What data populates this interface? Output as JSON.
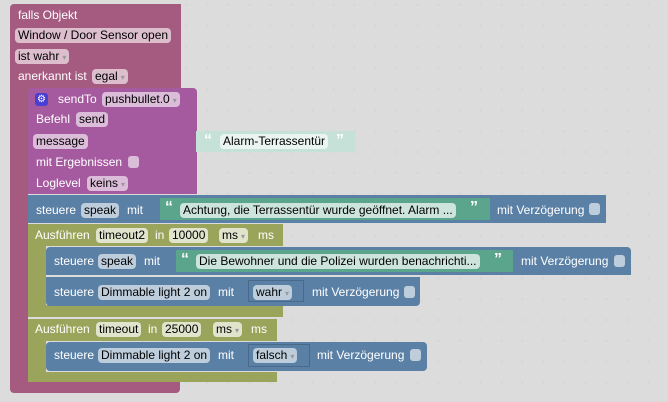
{
  "colors": {
    "trigger": "#a55b80",
    "sendto": "#a5599f",
    "control": "#5b80a5",
    "timeout": "#9aa55b",
    "text_block": "#5ba58c",
    "text_block_light": "#c6e1d8"
  },
  "trigger_block": {
    "title": "falls Objekt",
    "object": "Window / Door Sensor open",
    "condition": "ist wahr",
    "ack_label": "anerkannt ist",
    "ack_value": "egal"
  },
  "sendto_block": {
    "icon": "gear-icon",
    "label": "sendTo",
    "instance": "pushbullet.0",
    "command_label": "Befehl",
    "command_value": "send",
    "message_label": "message",
    "message_text": "Alarm-Terrassentür",
    "results_label": "mit Ergebnissen",
    "loglevel_label": "Loglevel",
    "loglevel_value": "keins"
  },
  "control_1": {
    "label": "steuere",
    "target": "speak",
    "with_label": "mit",
    "text": "Achtung, die Terrassentür wurde geöffnet. Alarm ...",
    "delay_label": "mit Verzögerung"
  },
  "timeout_1": {
    "label": "Ausführen",
    "name": "timeout2",
    "in_label": "in",
    "value": "10000",
    "unit_select": "ms",
    "unit_label": "ms",
    "control_speak": {
      "label": "steuere",
      "target": "speak",
      "with_label": "mit",
      "text": "Die Bewohner und die Polizei wurden benachrichti...",
      "delay_label": "mit Verzögerung"
    },
    "control_light": {
      "label": "steuere",
      "target": "Dimmable light 2 on",
      "with_label": "mit",
      "value": "wahr",
      "delay_label": "mit Verzögerung"
    }
  },
  "timeout_2": {
    "label": "Ausführen",
    "name": "timeout",
    "in_label": "in",
    "value": "25000",
    "unit_select": "ms",
    "unit_label": "ms",
    "control_light": {
      "label": "steuere",
      "target": "Dimmable light 2 on",
      "with_label": "mit",
      "value": "falsch",
      "delay_label": "mit Verzögerung"
    }
  },
  "quote_open": "“",
  "quote_close": "”",
  "dropdown_arrow": "▾"
}
